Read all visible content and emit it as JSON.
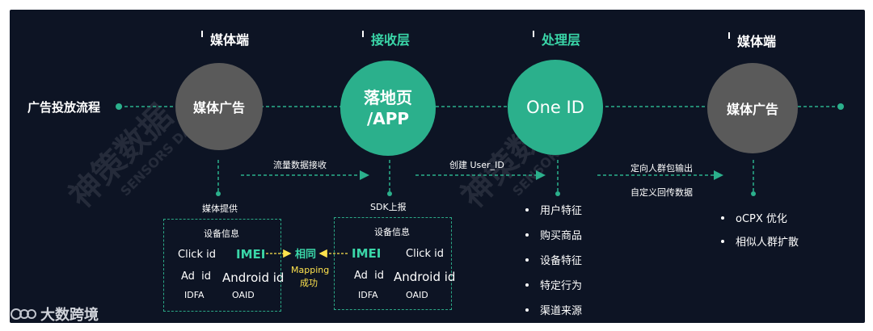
{
  "headers": {
    "media_left": "媒体端",
    "receive": "接收层",
    "process": "处理层",
    "media_right": "媒体端"
  },
  "flow_label": "广告投放流程",
  "nodes": {
    "media_ad_left": "媒体广告",
    "landing_line1": "落地页",
    "landing_line2": "/APP",
    "one_id": "One ID",
    "media_ad_right": "媒体广告"
  },
  "arrows": {
    "traffic": "流量数据接收",
    "create_user": "创建 User_ID",
    "audience_out": "定向人群包输出",
    "custom_back": "自定义回传数据"
  },
  "left_branch": {
    "provider": "媒体提供",
    "box_title": "设备信息",
    "click_id": "Click id",
    "imei": "IMEI",
    "ad_id": "Ad  id",
    "android_id": "Android id",
    "idfa": "IDFA",
    "oaid": "OAID"
  },
  "middle_branch": {
    "sdk": "SDK上报",
    "box_title": "设备信息",
    "imei": "IMEI",
    "click_id": "Click id",
    "ad_id": "Ad  id",
    "android_id": "Android id",
    "idfa": "IDFA",
    "oaid": "OAID"
  },
  "mapping": {
    "same": "相同",
    "mapping": "Mapping",
    "success": "成功"
  },
  "process_features": [
    "用户特征",
    "购买商品",
    "设备特征",
    "特定行为",
    "渠道来源"
  ],
  "media_features": [
    "oCPX 优化",
    "相似人群扩散"
  ],
  "watermarks": {
    "brand_cn": "神策数据",
    "brand_en": "SENSORS DATA"
  },
  "footer_logo": "大数跨境",
  "colors": {
    "background": "#0d1424",
    "accent_green": "#2bb08c",
    "gray_node": "#5a5a5a",
    "yellow": "#ffe34d"
  }
}
